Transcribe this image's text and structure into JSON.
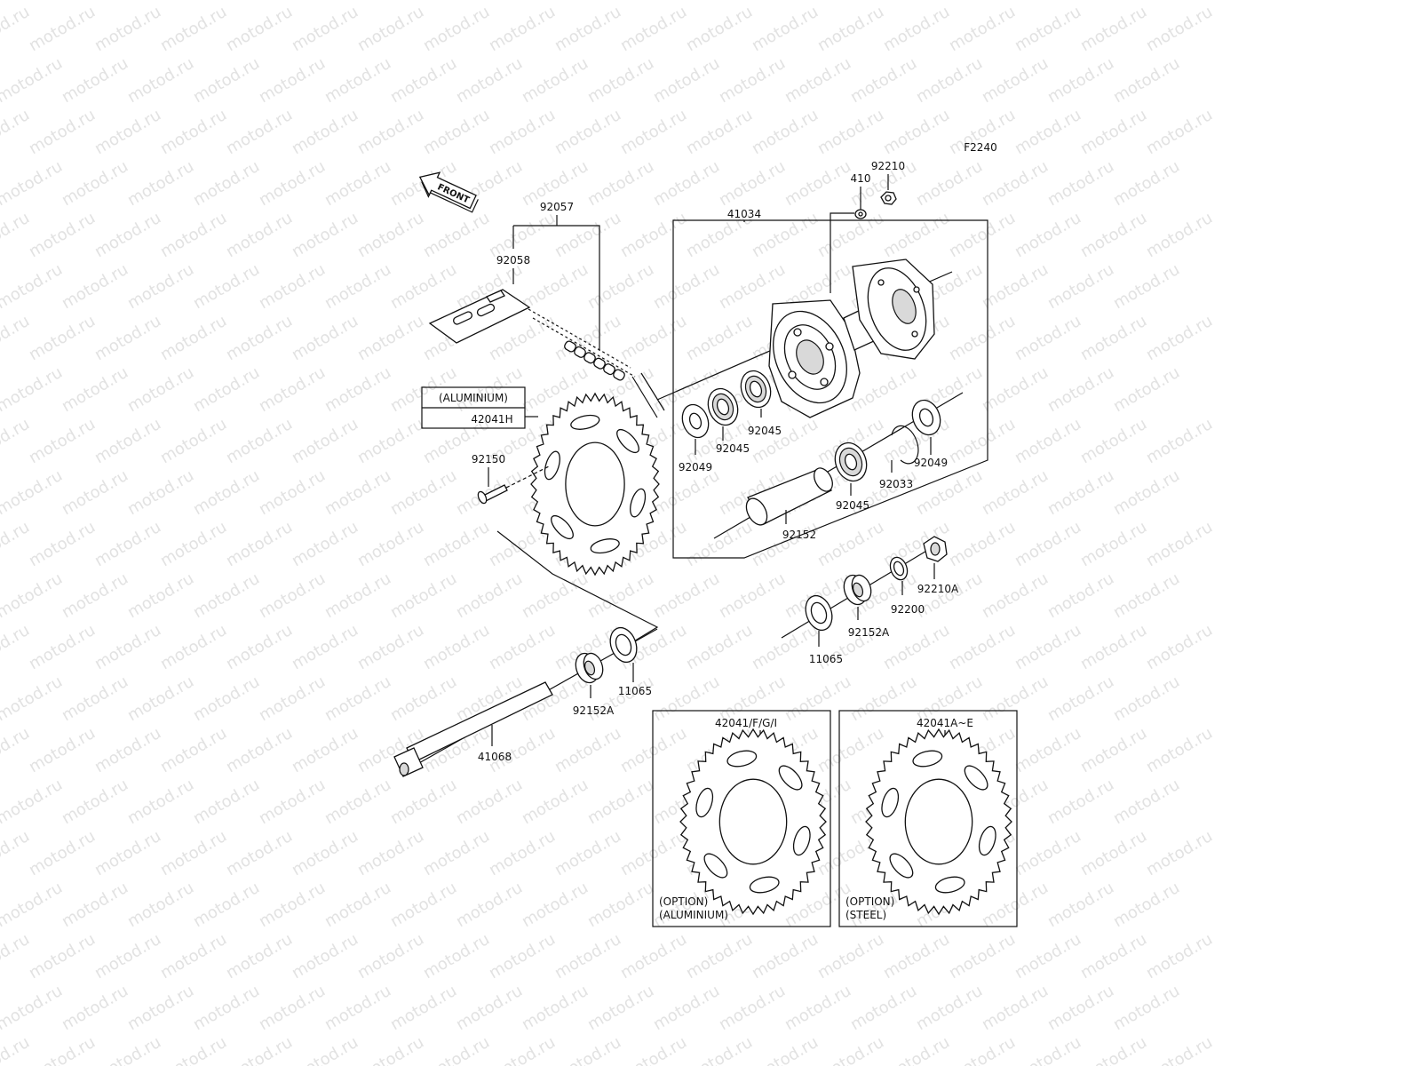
{
  "diagram": {
    "figure_code": "F2240",
    "front_label": "FRONT",
    "watermark": "motod.ru",
    "parts": {
      "p92057": "92057",
      "p92058": "92058",
      "p41034": "41034",
      "p410": "410",
      "p92210": "92210",
      "p42041H": "42041H",
      "p92150": "92150",
      "p92049_a": "92049",
      "p92045_a": "92045",
      "p92045_b": "92045",
      "p92045_c": "92045",
      "p92033": "92033",
      "p92049_b": "92049",
      "p92152": "92152",
      "p92210A": "92210A",
      "p92200": "92200",
      "p92152A_a": "92152A",
      "p11065_a": "11065",
      "p11065_b": "11065",
      "p92152A_b": "92152A",
      "p41068": "41068"
    },
    "box_aluminium_label": "(ALUMINIUM)",
    "option_boxes": [
      {
        "part": "42041/F/G/I",
        "line1": "(OPTION)",
        "line2": "(ALUMINIUM)"
      },
      {
        "part": "42041A~E",
        "line1": "(OPTION)",
        "line2": "(STEEL)"
      }
    ]
  }
}
